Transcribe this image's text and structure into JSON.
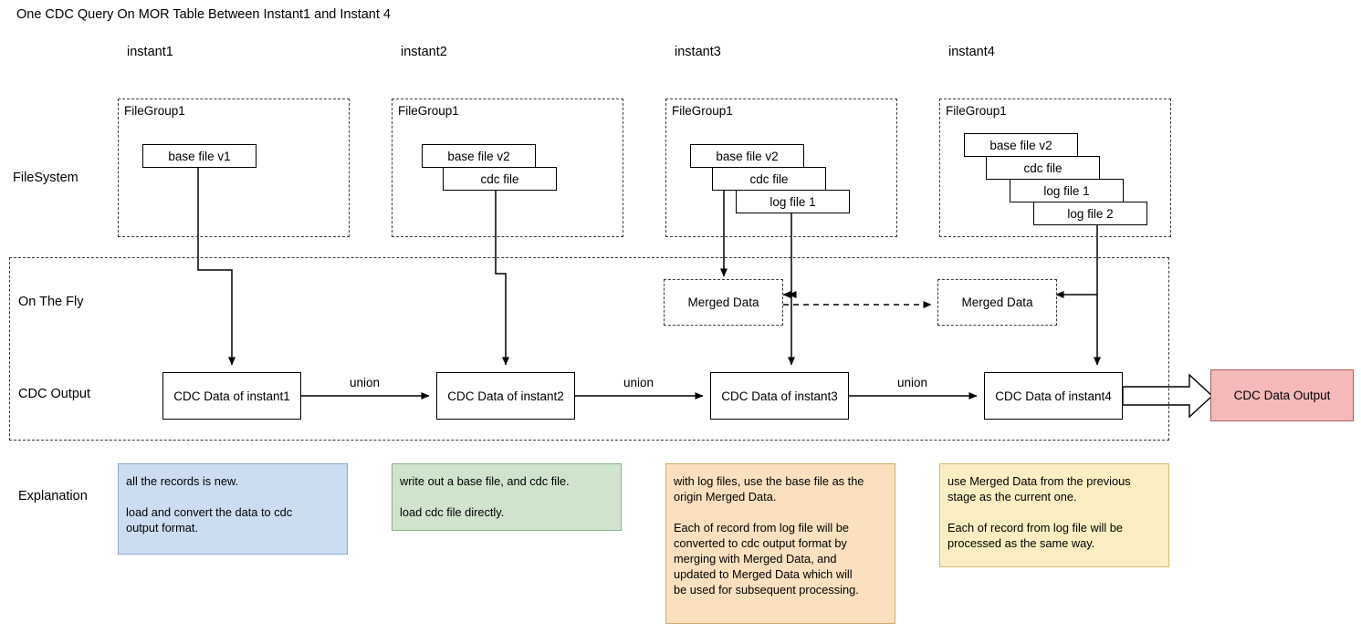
{
  "title": "One CDC Query On MOR Table Between Instant1 and Instant 4",
  "columns": [
    {
      "label": "instant1"
    },
    {
      "label": "instant2"
    },
    {
      "label": "instant3"
    },
    {
      "label": "instant4"
    }
  ],
  "row_labels": {
    "filesystem": "FileSystem",
    "on_the_fly": "On The Fly",
    "cdc_output": "CDC Output",
    "explanation": "Explanation"
  },
  "file_groups": [
    {
      "title": "FileGroup1",
      "files": [
        "base file v1"
      ]
    },
    {
      "title": "FileGroup1",
      "files": [
        "base file v2",
        "cdc file"
      ]
    },
    {
      "title": "FileGroup1",
      "files": [
        "base file v2",
        "cdc file",
        "log file 1"
      ]
    },
    {
      "title": "FileGroup1",
      "files": [
        "base file v2",
        "cdc file",
        "log file 1",
        "log file 2"
      ]
    }
  ],
  "merged_data": [
    {
      "label": "Merged Data"
    },
    {
      "label": "Merged Data"
    }
  ],
  "cdc_boxes": [
    {
      "label": "CDC Data of instant1"
    },
    {
      "label": "CDC Data of instant2"
    },
    {
      "label": "CDC Data of instant3"
    },
    {
      "label": "CDC Data of instant4"
    }
  ],
  "union_labels": [
    "union",
    "union",
    "union"
  ],
  "output": {
    "label": "CDC Data Output"
  },
  "explanations": [
    {
      "text": "all the records is new.\n\nload and convert the data to cdc\noutput format.",
      "color": "#ccddf2"
    },
    {
      "text": "write out a base file, and cdc file.\n\nload cdc file directly.",
      "color": "#cfe3cd"
    },
    {
      "text": "with log files, use the base file as the\norigin Merged Data.\n\nEach of record from log file will be\nconverted to cdc output format by\nmerging with Merged Data, and\nupdated to Merged Data which will\nbe used for subsequent processing.",
      "color": "#fbe0c0"
    },
    {
      "text": "use Merged Data from the previous\nstage as the current one.\n\nEach of record from log file will be\nprocessed as the same way.",
      "color": "#fbeec3"
    }
  ],
  "colors": {
    "output_fill": "#f5b9b9",
    "output_stroke": "#b05c5c",
    "line": "#000000",
    "dashed": "#3b3b3b"
  }
}
